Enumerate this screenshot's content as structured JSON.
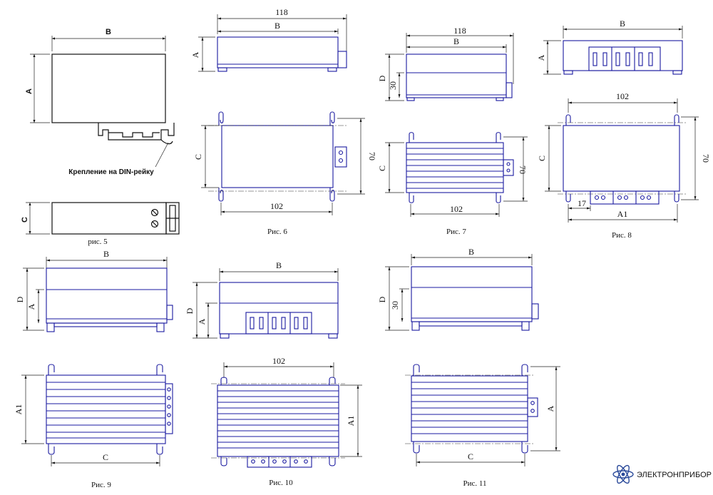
{
  "fig5": {
    "caption": "рис. 5",
    "label_b": "B",
    "label_a": "A",
    "label_c": "C",
    "callout": "Крепление на DIN-рейку"
  },
  "fig6": {
    "caption": "Рис. 6",
    "dim_118": "118",
    "dim_b": "B",
    "dim_a": "A",
    "dim_c": "C",
    "dim_70": "70",
    "dim_102": "102"
  },
  "fig7": {
    "caption": "Рис. 7",
    "dim_118": "118",
    "dim_b": "B",
    "dim_d": "D",
    "dim_30": "30",
    "dim_c": "C",
    "dim_70": "70",
    "dim_102": "102"
  },
  "fig8": {
    "caption": "Рис. 8",
    "dim_b": "B",
    "dim_a": "A",
    "dim_102": "102",
    "dim_c": "C",
    "dim_70": "70",
    "dim_17": "17",
    "dim_a1": "A1"
  },
  "fig9": {
    "caption": "Рис. 9",
    "dim_b": "B",
    "dim_d": "D",
    "dim_a": "A",
    "dim_a1": "A1",
    "dim_c": "C"
  },
  "fig10": {
    "caption": "Рис. 10",
    "dim_b": "B",
    "dim_d": "D",
    "dim_a": "A",
    "dim_102": "102",
    "dim_a1": "A1"
  },
  "fig11": {
    "caption": "Рис. 11",
    "dim_b": "B",
    "dim_d": "D",
    "dim_30": "30",
    "dim_a": "A",
    "dim_c": "C"
  },
  "logo": {
    "text": "ЭЛЕКТРОНПРИБОР",
    "icon": "atom-icon"
  }
}
